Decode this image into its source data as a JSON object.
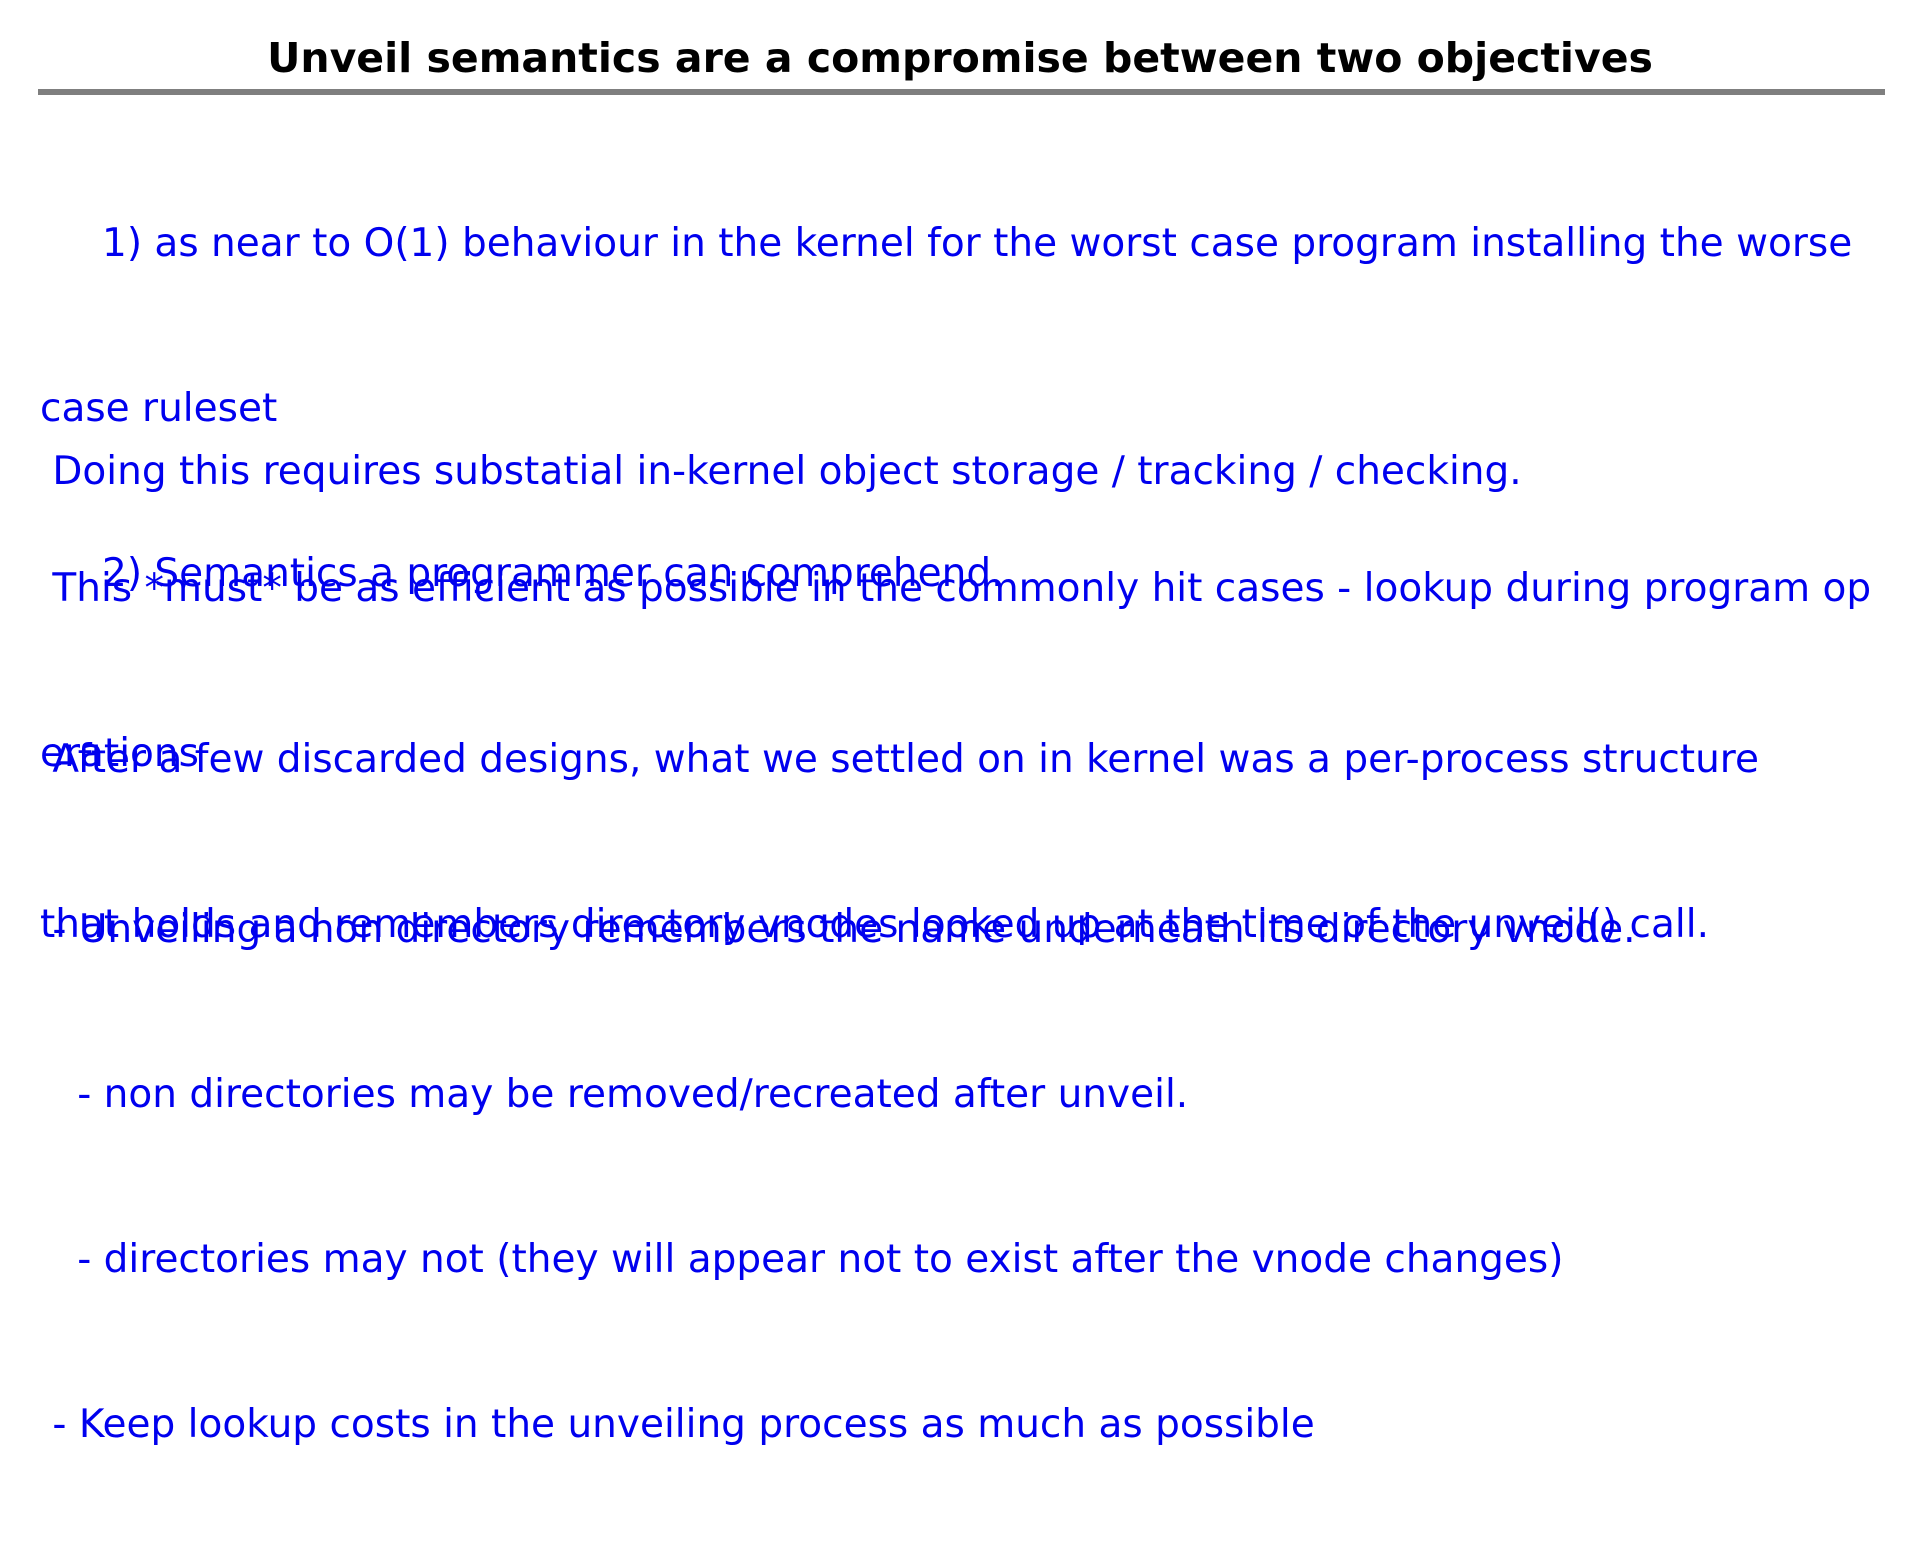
{
  "slide": {
    "title": "Unveil semantics are a compromise between two objectives",
    "accent_color": "#0000ee",
    "rule_color": "#7f7f7f"
  },
  "objectives": [
    "     1) as near to O(1) behaviour in the kernel for the worst case program installing the worse",
    "case ruleset",
    "     2) Semantics a programmer can comprehend."
  ],
  "storage_note": " Doing this requires substatial in-kernel object storage / tracking / checking.",
  "efficiency_note": [
    " This *must* be as efficient as possible in the commonly hit cases - lookup during program op",
    "erations"
  ],
  "design_note": [
    " After a few discarded designs, what we settled on in kernel was a per-process structure",
    "that holds and remembers directory vnodes looked up at the time of the unveil() call."
  ],
  "bullets": [
    " - Unveiling a non directory remembers the name underneath its directory vnode.",
    "   - non directories may be removed/recreated after unveil.",
    "   - directories may not (they will appear not to exist after the vnode changes)",
    " - Keep lookup costs in the unveiling process as much as possible"
  ]
}
